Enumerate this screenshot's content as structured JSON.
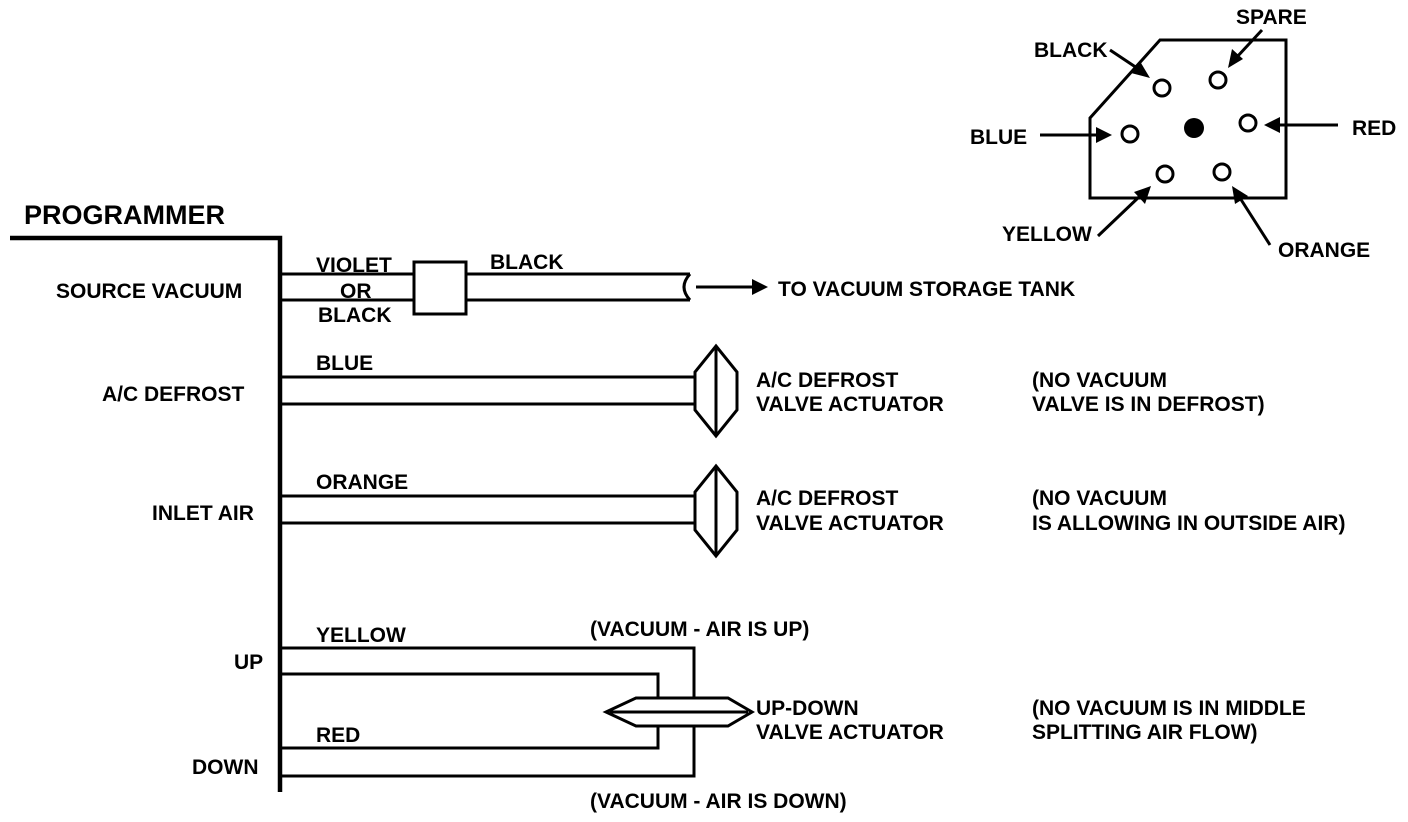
{
  "programmer": {
    "title": "PROGRAMMER",
    "labels": {
      "source_vacuum": "SOURCE VACUUM",
      "ac_defrost": "A/C DEFROST",
      "inlet_air": "INLET AIR",
      "up": "UP",
      "down": "DOWN"
    }
  },
  "hoses": {
    "source_line1": "VIOLET",
    "source_line2": "OR",
    "source_line3": "BLACK",
    "source_after": "BLACK",
    "defrost": "BLUE",
    "inlet": "ORANGE",
    "up": "YELLOW",
    "down": "RED"
  },
  "destinations": {
    "storage_tank": "TO VACUUM STORAGE TANK"
  },
  "actuators": {
    "defrost": {
      "line1": "A/C DEFROST",
      "line2": "VALVE ACTUATOR"
    },
    "inlet": {
      "line1": "A/C DEFROST",
      "line2": "VALVE ACTUATOR"
    },
    "updown": {
      "line1": "UP-DOWN",
      "line2": "VALVE ACTUATOR"
    }
  },
  "notes": {
    "defrost": {
      "line1": "(NO VACUUM",
      "line2": "VALVE IS IN DEFROST)"
    },
    "inlet": {
      "line1": "(NO VACUUM",
      "line2": "IS ALLOWING IN OUTSIDE AIR)"
    },
    "updown": {
      "line1": "(NO VACUUM IS IN MIDDLE",
      "line2": "SPLITTING AIR FLOW)"
    },
    "vacuum_up": "(VACUUM - AIR IS UP)",
    "vacuum_down": "(VACUUM - AIR IS DOWN)"
  },
  "connector": {
    "black": "BLACK",
    "spare": "SPARE",
    "blue": "BLUE",
    "red": "RED",
    "yellow": "YELLOW",
    "orange": "ORANGE"
  }
}
